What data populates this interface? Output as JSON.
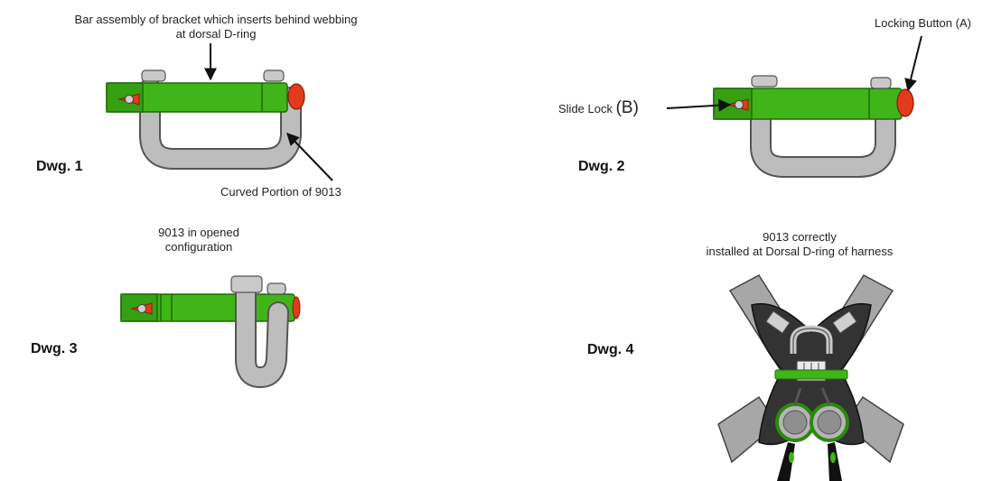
{
  "labels": {
    "bar_assembly_line1": "Bar assembly of bracket which inserts behind webbing",
    "bar_assembly_line2": "at dorsal D-ring",
    "curved_portion": "Curved Portion of 9013",
    "locking_button": "Locking Button (A)",
    "slide_lock_text": "Slide Lock",
    "slide_lock_letter": "(B)",
    "opened_line1": "9013 in opened",
    "opened_line2": "configuration",
    "installed_line1": "9013 correctly",
    "installed_line2": "installed at Dorsal D-ring of harness"
  },
  "drawings": {
    "dwg1": "Dwg. 1",
    "dwg2": "Dwg. 2",
    "dwg3": "Dwg. 3",
    "dwg4": "Dwg. 4"
  },
  "colors": {
    "bar_green": "#3fb518",
    "bar_dark_green": "#2a8a10",
    "cap_red": "#e23b1a",
    "bracket_grey": "#b9b9b9",
    "bracket_dark": "#555555",
    "harness_dark": "#333333",
    "webbing_grey": "#a7a7a7"
  }
}
